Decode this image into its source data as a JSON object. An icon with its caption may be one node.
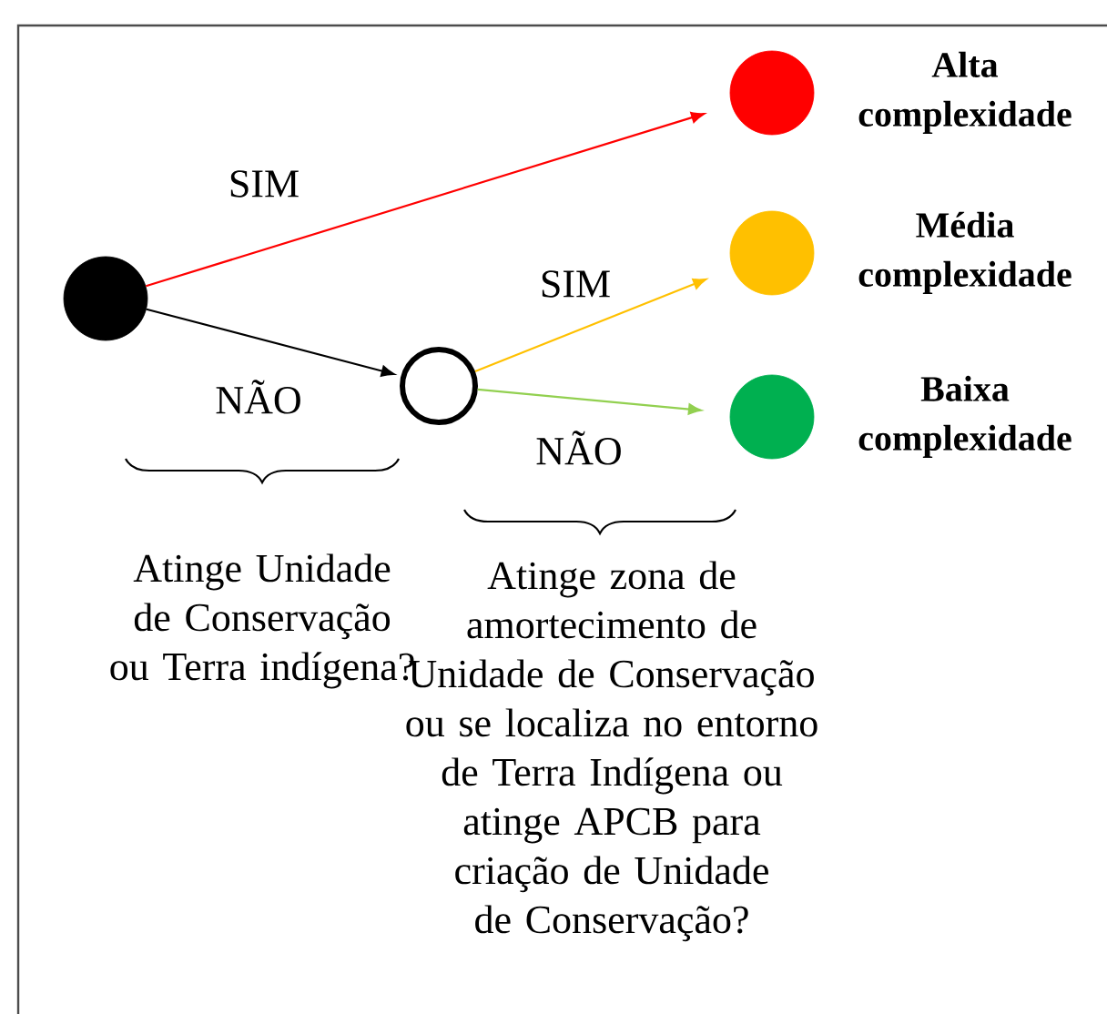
{
  "diagram": {
    "nodes": [
      {
        "text": [],
        "shape": "circle"
      },
      {
        "text": [],
        "shape": "circle"
      },
      {
        "text": [],
        "shape": "circle",
        "beside": [
          "Alta complexidade"
        ]
      },
      {
        "text": [],
        "shape": "circle",
        "beside": [
          "Média complexidade"
        ]
      },
      {
        "text": [],
        "shape": "circle",
        "beside": [
          "Baixa complexidade"
        ]
      }
    ],
    "edges": [
      {
        "from": 0,
        "to": 2,
        "arrow": "to",
        "label": "SIM",
        "color": "#ff0000"
      },
      {
        "from": 0,
        "to": 1,
        "arrow": "to",
        "label": "NÃO",
        "color": "#000000"
      },
      {
        "from": 1,
        "to": 3,
        "arrow": "to",
        "label": "SIM",
        "color": "#ffc000"
      },
      {
        "from": 1,
        "to": 4,
        "arrow": "to",
        "label": "NÃO",
        "color": "#92d050"
      }
    ],
    "labels": [
      "Atinge Unidade de Conservação ou Terra indígena?",
      "Atinge zona de amortecimento de Unidade de Conservação ou se localiza no entorno de Terra Indígena ou atinge APCB para criação de Unidade de Conservação?"
    ]
  }
}
